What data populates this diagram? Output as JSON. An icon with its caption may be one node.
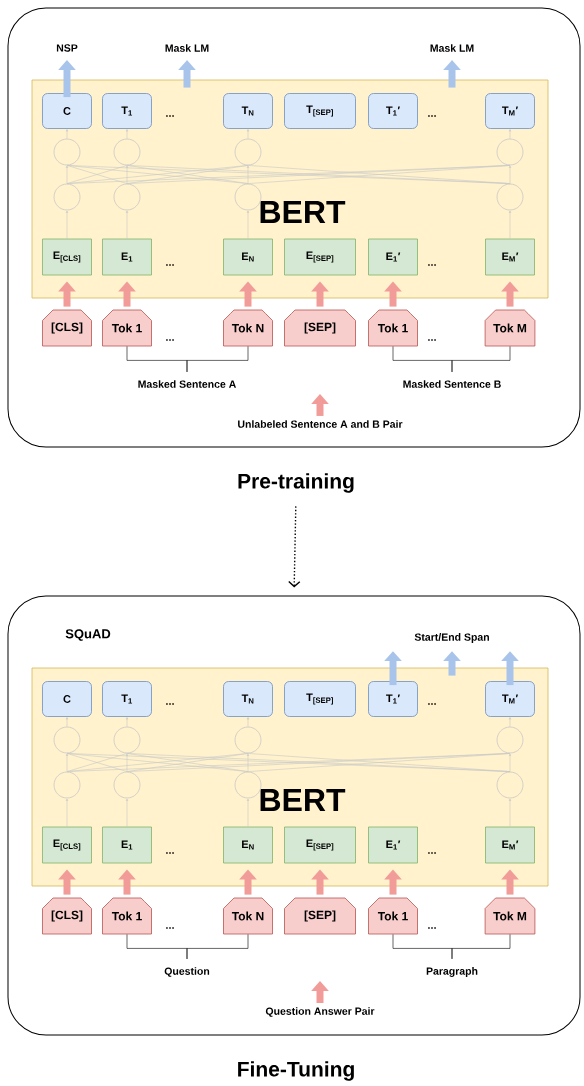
{
  "diagram": {
    "nodes": [
      {
        "text": [
          "Pre-training"
        ]
      },
      {
        "text": [
          "BERT"
        ],
        "in": 0
      },
      {
        "text": [
          "C"
        ],
        "in": 1
      },
      {
        "text": [
          "T$_{1}$"
        ],
        "in": 1
      },
      {
        "text": [
          "T$_{N}$"
        ],
        "in": 1
      },
      {
        "text": [
          "T$_{[SEP]}$"
        ],
        "in": 1
      },
      {
        "text": [
          "T$_{1}$′"
        ],
        "in": 1
      },
      {
        "text": [
          "T$_{M}$′"
        ],
        "in": 1
      },
      {
        "text": [],
        "shape": "circle",
        "in": 1
      },
      {
        "text": [],
        "shape": "circle",
        "in": 1
      },
      {
        "text": [],
        "shape": "circle",
        "in": 1
      },
      {
        "text": [],
        "shape": "circle",
        "in": 1
      },
      {
        "text": [],
        "shape": "circle",
        "in": 1
      },
      {
        "text": [],
        "shape": "circle",
        "in": 1
      },
      {
        "text": [],
        "shape": "circle",
        "in": 1
      },
      {
        "text": [],
        "shape": "circle",
        "in": 1
      },
      {
        "text": [
          "E$_{[CLS]}$"
        ],
        "in": 1
      },
      {
        "text": [
          "E$_{1}$"
        ],
        "in": 1
      },
      {
        "text": [
          "E$_{N}$"
        ],
        "in": 1
      },
      {
        "text": [
          "E$_{[SEP]}$"
        ],
        "in": 1
      },
      {
        "text": [
          "E$_{1}$′"
        ],
        "in": 1
      },
      {
        "text": [
          "E$_{M}$′"
        ],
        "in": 1
      },
      {
        "text": [
          "[CLS]"
        ],
        "in": 0
      },
      {
        "text": [
          "Tok 1"
        ],
        "in": 0
      },
      {
        "text": [
          "Tok N"
        ],
        "in": 0
      },
      {
        "text": [
          "[SEP]"
        ],
        "in": 0
      },
      {
        "text": [
          "Tok 1"
        ],
        "in": 0
      },
      {
        "text": [
          "Tok M"
        ],
        "in": 0
      },
      {
        "text": [
          "NSP"
        ],
        "in": 0
      },
      {
        "text": [
          "Mask LM"
        ],
        "in": 0
      },
      {
        "text": [
          "Mask LM"
        ],
        "in": 0
      },
      {
        "text": [
          "Masked Sentence A"
        ],
        "in": 0
      },
      {
        "text": [
          "Masked Sentence B"
        ],
        "in": 0
      },
      {
        "text": [
          "Unlabeled Sentence A and B Pair"
        ],
        "in": 0
      },
      {
        "text": [
          "Fine-Tuning"
        ]
      },
      {
        "text": [
          "BERT"
        ],
        "in": 34
      },
      {
        "text": [
          "C"
        ],
        "in": 35
      },
      {
        "text": [
          "T$_{1}$"
        ],
        "in": 35
      },
      {
        "text": [
          "T$_{N}$"
        ],
        "in": 35
      },
      {
        "text": [
          "T$_{[SEP]}$"
        ],
        "in": 35
      },
      {
        "text": [
          "T$_{1}$′"
        ],
        "in": 35
      },
      {
        "text": [
          "T$_{M}$′"
        ],
        "in": 35
      },
      {
        "text": [],
        "shape": "circle",
        "in": 35
      },
      {
        "text": [],
        "shape": "circle",
        "in": 35
      },
      {
        "text": [],
        "shape": "circle",
        "in": 35
      },
      {
        "text": [],
        "shape": "circle",
        "in": 35
      },
      {
        "text": [],
        "shape": "circle",
        "in": 35
      },
      {
        "text": [],
        "shape": "circle",
        "in": 35
      },
      {
        "text": [],
        "shape": "circle",
        "in": 35
      },
      {
        "text": [],
        "shape": "circle",
        "in": 35
      },
      {
        "text": [
          "E$_{[CLS]}$"
        ],
        "in": 35
      },
      {
        "text": [
          "E$_{1}$"
        ],
        "in": 35
      },
      {
        "text": [
          "E$_{N}$"
        ],
        "in": 35
      },
      {
        "text": [
          "E$_{[SEP]}$"
        ],
        "in": 35
      },
      {
        "text": [
          "E$_{1}$′"
        ],
        "in": 35
      },
      {
        "text": [
          "E$_{M}$′"
        ],
        "in": 35
      },
      {
        "text": [
          "[CLS]"
        ],
        "in": 34
      },
      {
        "text": [
          "Tok 1"
        ],
        "in": 34
      },
      {
        "text": [
          "Tok N"
        ],
        "in": 34
      },
      {
        "text": [
          "[SEP]"
        ],
        "in": 34
      },
      {
        "text": [
          "Tok 1"
        ],
        "in": 34
      },
      {
        "text": [
          "Tok M"
        ],
        "in": 34
      },
      {
        "text": [
          "Start/End Span"
        ],
        "in": 34
      },
      {
        "text": [
          "Question"
        ],
        "in": 34
      },
      {
        "text": [
          "Paragraph"
        ],
        "in": 34
      },
      {
        "text": [
          "Question Answer Pair"
        ],
        "in": 34
      }
    ],
    "edges": [
      {
        "from": 22,
        "to": 16,
        "arrow": "to",
        "style": "thick",
        "color": "#f19c99"
      },
      {
        "from": 23,
        "to": 17,
        "arrow": "to",
        "style": "thick",
        "color": "#f19c99"
      },
      {
        "from": 24,
        "to": 18,
        "arrow": "to",
        "style": "thick",
        "color": "#f19c99"
      },
      {
        "from": 25,
        "to": 19,
        "arrow": "to",
        "style": "thick",
        "color": "#f19c99"
      },
      {
        "from": 26,
        "to": 20,
        "arrow": "to",
        "style": "thick",
        "color": "#f19c99"
      },
      {
        "from": 27,
        "to": 21,
        "arrow": "to",
        "style": "thick",
        "color": "#f19c99"
      },
      {
        "from": 16,
        "to": 12,
        "arrow": "to"
      },
      {
        "from": 17,
        "to": 13,
        "arrow": "to"
      },
      {
        "from": 18,
        "to": 14,
        "arrow": "to"
      },
      {
        "from": 21,
        "to": 15,
        "arrow": "to"
      },
      {
        "from": 12,
        "to": 8,
        "arrow": "to"
      },
      {
        "from": 12,
        "to": 9,
        "arrow": "none"
      },
      {
        "from": 12,
        "to": 10,
        "arrow": "none"
      },
      {
        "from": 12,
        "to": 11,
        "arrow": "none"
      },
      {
        "from": 13,
        "to": 8,
        "arrow": "none"
      },
      {
        "from": 13,
        "to": 9,
        "arrow": "to"
      },
      {
        "from": 13,
        "to": 10,
        "arrow": "none"
      },
      {
        "from": 13,
        "to": 11,
        "arrow": "none"
      },
      {
        "from": 14,
        "to": 8,
        "arrow": "none"
      },
      {
        "from": 14,
        "to": 9,
        "arrow": "none"
      },
      {
        "from": 14,
        "to": 10,
        "arrow": "to"
      },
      {
        "from": 14,
        "to": 11,
        "arrow": "none"
      },
      {
        "from": 15,
        "to": 8,
        "arrow": "none"
      },
      {
        "from": 15,
        "to": 9,
        "arrow": "none"
      },
      {
        "from": 15,
        "to": 10,
        "arrow": "none"
      },
      {
        "from": 15,
        "to": 11,
        "arrow": "to"
      },
      {
        "from": 8,
        "to": 2,
        "arrow": "to"
      },
      {
        "from": 9,
        "to": 3,
        "arrow": "to"
      },
      {
        "from": 10,
        "to": 4,
        "arrow": "to"
      },
      {
        "from": 11,
        "to": 7,
        "arrow": "to"
      },
      {
        "from": 2,
        "to": 28,
        "arrow": "to",
        "style": "thick",
        "color": "#a9c4eb"
      },
      {
        "from": 1,
        "to": 29,
        "arrow": "to",
        "style": "thick",
        "color": "#a9c4eb"
      },
      {
        "from": 1,
        "to": 30,
        "arrow": "to",
        "style": "thick",
        "color": "#a9c4eb"
      },
      {
        "from": 23,
        "to": 31,
        "arrow": "none",
        "color": "#000000"
      },
      {
        "from": 24,
        "to": 31,
        "arrow": "none",
        "color": "#000000"
      },
      {
        "from": 26,
        "to": 32,
        "arrow": "none",
        "color": "#000000"
      },
      {
        "from": 27,
        "to": 32,
        "arrow": "none",
        "color": "#000000"
      },
      {
        "from": 33,
        "to": null,
        "arrow": "to",
        "style": "thick",
        "color": "#f19c99"
      },
      {
        "from": 0,
        "to": 34,
        "arrow": "to",
        "style": "dashed",
        "color": "#000000"
      },
      {
        "from": 56,
        "to": 50,
        "arrow": "to",
        "style": "thick",
        "color": "#f19c99"
      },
      {
        "from": 57,
        "to": 51,
        "arrow": "to",
        "style": "thick",
        "color": "#f19c99"
      },
      {
        "from": 58,
        "to": 52,
        "arrow": "to",
        "style": "thick",
        "color": "#f19c99"
      },
      {
        "from": 59,
        "to": 53,
        "arrow": "to",
        "style": "thick",
        "color": "#f19c99"
      },
      {
        "from": 60,
        "to": 54,
        "arrow": "to",
        "style": "thick",
        "color": "#f19c99"
      },
      {
        "from": 61,
        "to": 55,
        "arrow": "to",
        "style": "thick",
        "color": "#f19c99"
      },
      {
        "from": 50,
        "to": 46,
        "arrow": "to"
      },
      {
        "from": 51,
        "to": 47,
        "arrow": "to"
      },
      {
        "from": 52,
        "to": 48,
        "arrow": "to"
      },
      {
        "from": 55,
        "to": 49,
        "arrow": "to"
      },
      {
        "from": 46,
        "to": 42,
        "arrow": "to"
      },
      {
        "from": 46,
        "to": 43,
        "arrow": "none"
      },
      {
        "from": 46,
        "to": 44,
        "arrow": "none"
      },
      {
        "from": 46,
        "to": 45,
        "arrow": "none"
      },
      {
        "from": 47,
        "to": 42,
        "arrow": "none"
      },
      {
        "from": 47,
        "to": 43,
        "arrow": "to"
      },
      {
        "from": 47,
        "to": 44,
        "arrow": "none"
      },
      {
        "from": 47,
        "to": 45,
        "arrow": "none"
      },
      {
        "from": 48,
        "to": 42,
        "arrow": "none"
      },
      {
        "from": 48,
        "to": 43,
        "arrow": "none"
      },
      {
        "from": 48,
        "to": 44,
        "arrow": "to"
      },
      {
        "from": 48,
        "to": 45,
        "arrow": "none"
      },
      {
        "from": 49,
        "to": 42,
        "arrow": "none"
      },
      {
        "from": 49,
        "to": 43,
        "arrow": "none"
      },
      {
        "from": 49,
        "to": 44,
        "arrow": "none"
      },
      {
        "from": 49,
        "to": 45,
        "arrow": "to"
      },
      {
        "from": 42,
        "to": 36,
        "arrow": "to"
      },
      {
        "from": 43,
        "to": 37,
        "arrow": "to"
      },
      {
        "from": 44,
        "to": 38,
        "arrow": "to"
      },
      {
        "from": 45,
        "to": 41,
        "arrow": "to"
      },
      {
        "from": 40,
        "to": 62,
        "arrow": "to",
        "style": "thick",
        "color": "#a9c4eb"
      },
      {
        "from": 35,
        "to": 62,
        "arrow": "to",
        "style": "thick",
        "color": "#a9c4eb"
      },
      {
        "from": 41,
        "to": 62,
        "arrow": "to",
        "style": "thick",
        "color": "#a9c4eb"
      },
      {
        "from": 57,
        "to": 63,
        "arrow": "none",
        "color": "#000000"
      },
      {
        "from": 58,
        "to": 63,
        "arrow": "none",
        "color": "#000000"
      },
      {
        "from": 60,
        "to": 64,
        "arrow": "none",
        "color": "#000000"
      },
      {
        "from": 61,
        "to": 64,
        "arrow": "none",
        "color": "#000000"
      },
      {
        "from": 65,
        "to": null,
        "arrow": "to",
        "style": "thick",
        "color": "#f19c99"
      }
    ],
    "labels": [
      "...",
      "...",
      "...",
      "...",
      "...",
      "...",
      "SQuAD",
      "...",
      "...",
      "...",
      "...",
      "...",
      "..."
    ]
  }
}
